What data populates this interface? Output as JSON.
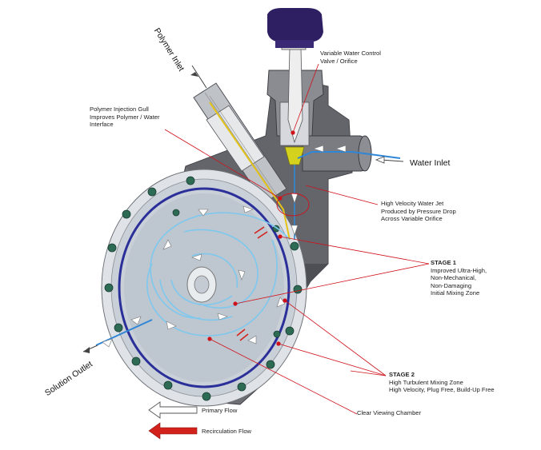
{
  "labels": {
    "polymer_inlet": "Polymer Inlet",
    "water_inlet": "Water Inlet",
    "solution_outlet": "Solution Outlet",
    "valve": [
      "Variable Water Control",
      "Valve / Orifice"
    ],
    "gull": [
      "Polymer Injection Gull",
      "Improves Polymer / Water",
      "Interface"
    ],
    "jet": [
      "High Velocity Water Jet",
      "Produced by Pressure Drop",
      "Across Variable Orifice"
    ],
    "stage1": {
      "title": "STAGE 1",
      "lines": [
        "Improved Ultra-High,",
        "Non-Mechanical,",
        "Non-Damaging",
        "Initial Mixing Zone"
      ]
    },
    "stage2": {
      "title": "STAGE 2",
      "lines": [
        "High Turbulent Mixing Zone",
        "High Velocity, Plug Free, Build-Up Free"
      ]
    },
    "viewing": "Clear Viewing Chamber"
  },
  "legend": {
    "primary": "Primary Flow",
    "recirculation": "Recirculation Flow"
  },
  "colors": {
    "body": "#6e7076",
    "body_dark": "#4d4f55",
    "chamber": "#cfd5dc",
    "ring": "#2b2f9a",
    "flow": "#7ec8ee",
    "water_line": "#2f86d6",
    "polymer_line": "#e3c21a",
    "callout": "#d0121b",
    "knob": "#2e1f63",
    "bolt": "#2d6b55",
    "arrow_recirc": "#d3221c"
  }
}
